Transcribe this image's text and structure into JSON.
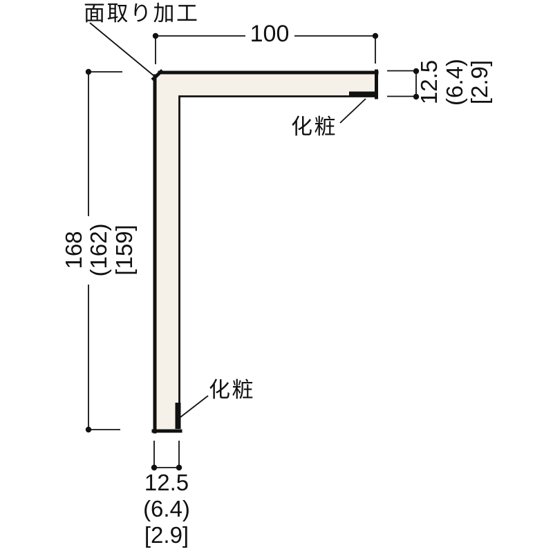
{
  "page": {
    "background": "#ffffff"
  },
  "drawing": {
    "type": "L-profile cross-section dimension drawing",
    "colors": {
      "profile_fill": "#f5f1e8",
      "line_color": "#111111",
      "background": "#ffffff"
    },
    "labels": {
      "chamfer_label": "面取り加工",
      "finish_label_top": "化粧",
      "finish_label_bottom": "化粧"
    },
    "dimensions": {
      "top_width": "100",
      "right_thickness": {
        "main": "12.5",
        "paren": "(6.4)",
        "bracket": "[2.9]"
      },
      "left_height": {
        "main": "168",
        "paren": "(162)",
        "bracket": "[159]"
      },
      "bottom_thickness": {
        "main": "12.5",
        "paren": "(6.4)",
        "bracket": "[2.9]"
      }
    }
  }
}
